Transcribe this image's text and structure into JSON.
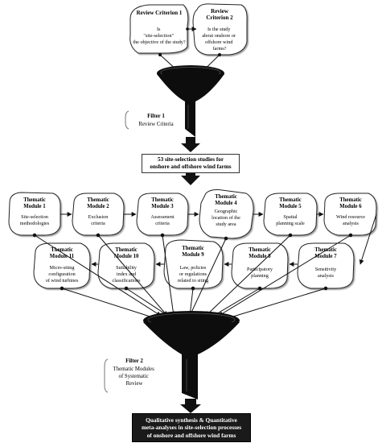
{
  "review_criteria": [
    {
      "title": "Review Criterion 1",
      "question": "Is \"site-selection\" the objective of the study?"
    },
    {
      "title": "Review Criterion 2",
      "question": "Is the study about onshore or offshore wind farms?"
    }
  ],
  "filter1": {
    "title": "Filter 1",
    "subtitle": "Review Criteria"
  },
  "studies_box": {
    "line1": "53 site-selection studies for",
    "line2": "onshore and offshore wind farms"
  },
  "modules": [
    {
      "title": "Thematic Module 1",
      "desc": "Site-selection methodologies"
    },
    {
      "title": "Thematic Module 2",
      "desc": "Exclusion criteria"
    },
    {
      "title": "Thematic Module 3",
      "desc": "Assessment criteria"
    },
    {
      "title": "Thematic Module 4",
      "desc": "Geographic location of the study area"
    },
    {
      "title": "Thematic Module 5",
      "desc": "Spatial planning scale"
    },
    {
      "title": "Thematic Module 6",
      "desc": "Wind resource analysis"
    },
    {
      "title": "Thematic Module 7",
      "desc": "Sensitivity analysis"
    },
    {
      "title": "Thematic Module 8",
      "desc": "Participatory planning"
    },
    {
      "title": "Thematic Module 9",
      "desc": "Law, policies or regulations related to siting"
    },
    {
      "title": "Thematic Module 10",
      "desc": "Suitability index and classifications"
    },
    {
      "title": "Thematic Module 11",
      "desc": "Micro-siting configuration of wind turbines"
    }
  ],
  "filter2": {
    "title": "Filter 2",
    "subtitle_lines": [
      "Thematic Modules",
      "of Systematic",
      "Review"
    ]
  },
  "final_box": {
    "line1": "Qualitative synthesis & Quantitative",
    "line2": "meta-analyses in site-selection processes",
    "line3": "of onshore and offshore wind farms"
  },
  "colors": {
    "ink": "#111111",
    "bubble_fill": "#ffffff",
    "funnel": "#0d0d0d",
    "final_fill": "#1a1a1a"
  }
}
